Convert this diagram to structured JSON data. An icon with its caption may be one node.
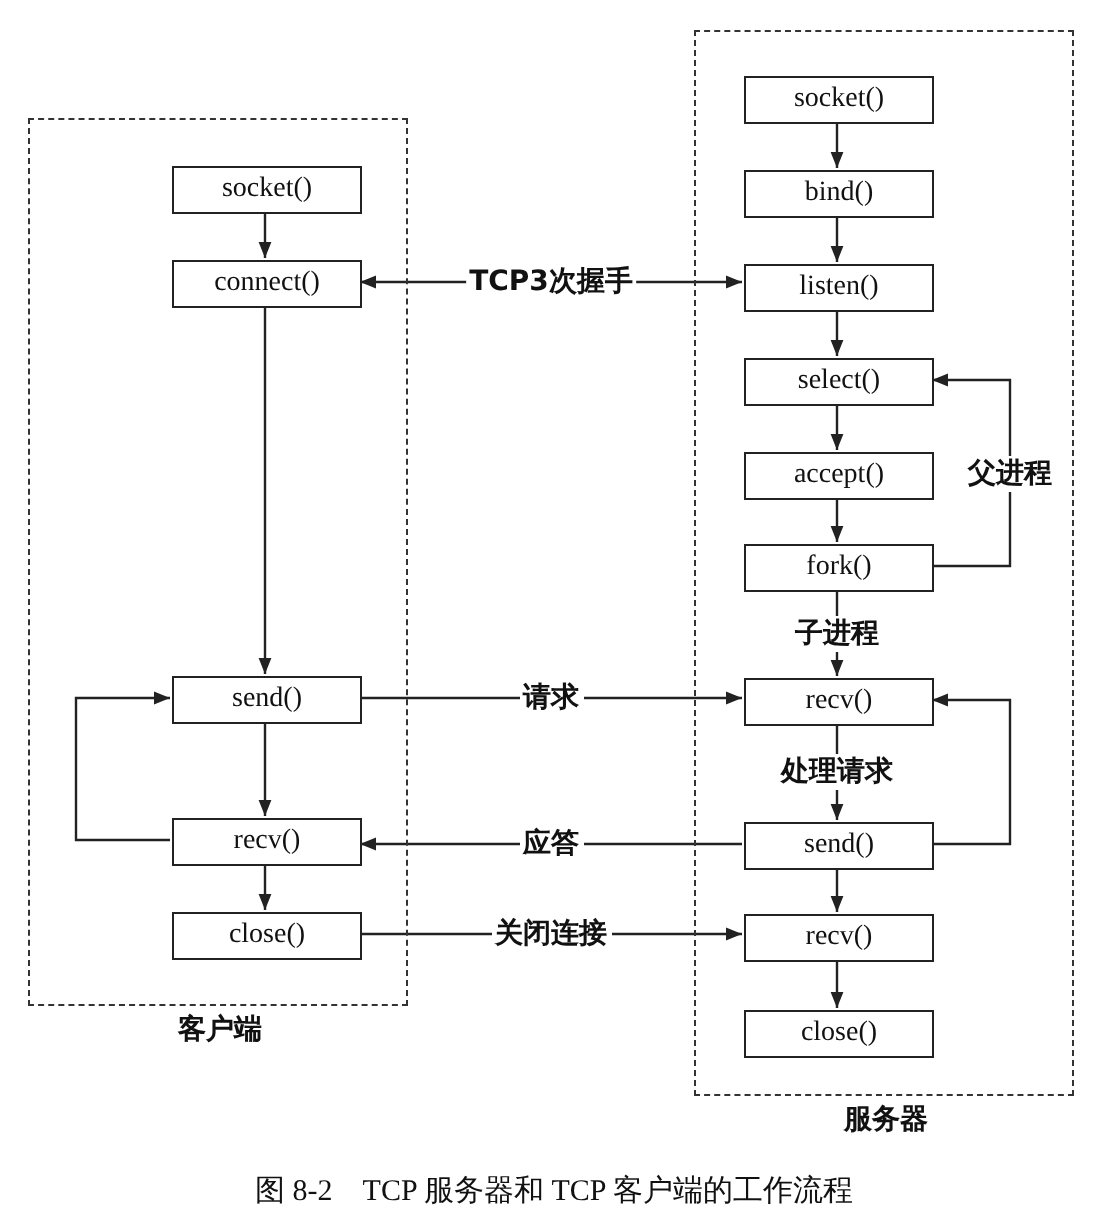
{
  "diagram": {
    "caption": "图 8-2　TCP 服务器和 TCP 客户端的工作流程",
    "nodes": [
      {
        "text": [
          "客户端"
        ]
      },
      {
        "text": [
          "socket()"
        ],
        "in": 0
      },
      {
        "text": [
          "connect()"
        ],
        "in": 0
      },
      {
        "text": [
          "send()"
        ],
        "in": 0
      },
      {
        "text": [
          "recv()"
        ],
        "in": 0
      },
      {
        "text": [
          "close()"
        ],
        "in": 0
      },
      {
        "text": [
          "服务器"
        ]
      },
      {
        "text": [
          "socket()"
        ],
        "in": 6
      },
      {
        "text": [
          "bind()"
        ],
        "in": 6
      },
      {
        "text": [
          "listen()"
        ],
        "in": 6
      },
      {
        "text": [
          "select()"
        ],
        "in": 6
      },
      {
        "text": [
          "accept()"
        ],
        "in": 6
      },
      {
        "text": [
          "fork()"
        ],
        "in": 6
      },
      {
        "text": [
          "recv()"
        ],
        "in": 6
      },
      {
        "text": [
          "send()"
        ],
        "in": 6
      },
      {
        "text": [
          "recv()"
        ],
        "in": 6
      },
      {
        "text": [
          "close()"
        ],
        "in": 6
      }
    ],
    "edges": [
      {
        "from": 1,
        "to": 2,
        "arrow": "to"
      },
      {
        "from": 2,
        "to": 9,
        "arrow": "both",
        "label": "TCP3次握手"
      },
      {
        "from": 2,
        "to": 3,
        "arrow": "to"
      },
      {
        "from": 3,
        "to": 4,
        "arrow": "to"
      },
      {
        "from": 4,
        "to": 3,
        "arrow": "to"
      },
      {
        "from": 4,
        "to": 5,
        "arrow": "to"
      },
      {
        "from": 3,
        "to": 13,
        "arrow": "to",
        "label": "请求"
      },
      {
        "from": 14,
        "to": 4,
        "arrow": "to",
        "label": "应答"
      },
      {
        "from": 5,
        "to": 15,
        "arrow": "to",
        "label": "关闭连接"
      },
      {
        "from": 7,
        "to": 8,
        "arrow": "to"
      },
      {
        "from": 8,
        "to": 9,
        "arrow": "to"
      },
      {
        "from": 9,
        "to": 10,
        "arrow": "to"
      },
      {
        "from": 10,
        "to": 11,
        "arrow": "to"
      },
      {
        "from": 11,
        "to": 12,
        "arrow": "to"
      },
      {
        "from": 12,
        "to": 10,
        "arrow": "to",
        "label": "父进程"
      },
      {
        "from": 12,
        "to": 13,
        "arrow": "to",
        "label": "子进程"
      },
      {
        "from": 13,
        "to": 14,
        "arrow": "to",
        "label": "处理请求"
      },
      {
        "from": 14,
        "to": 13,
        "arrow": "to"
      },
      {
        "from": 14,
        "to": 15,
        "arrow": "to"
      },
      {
        "from": 15,
        "to": 16,
        "arrow": "to"
      }
    ]
  }
}
